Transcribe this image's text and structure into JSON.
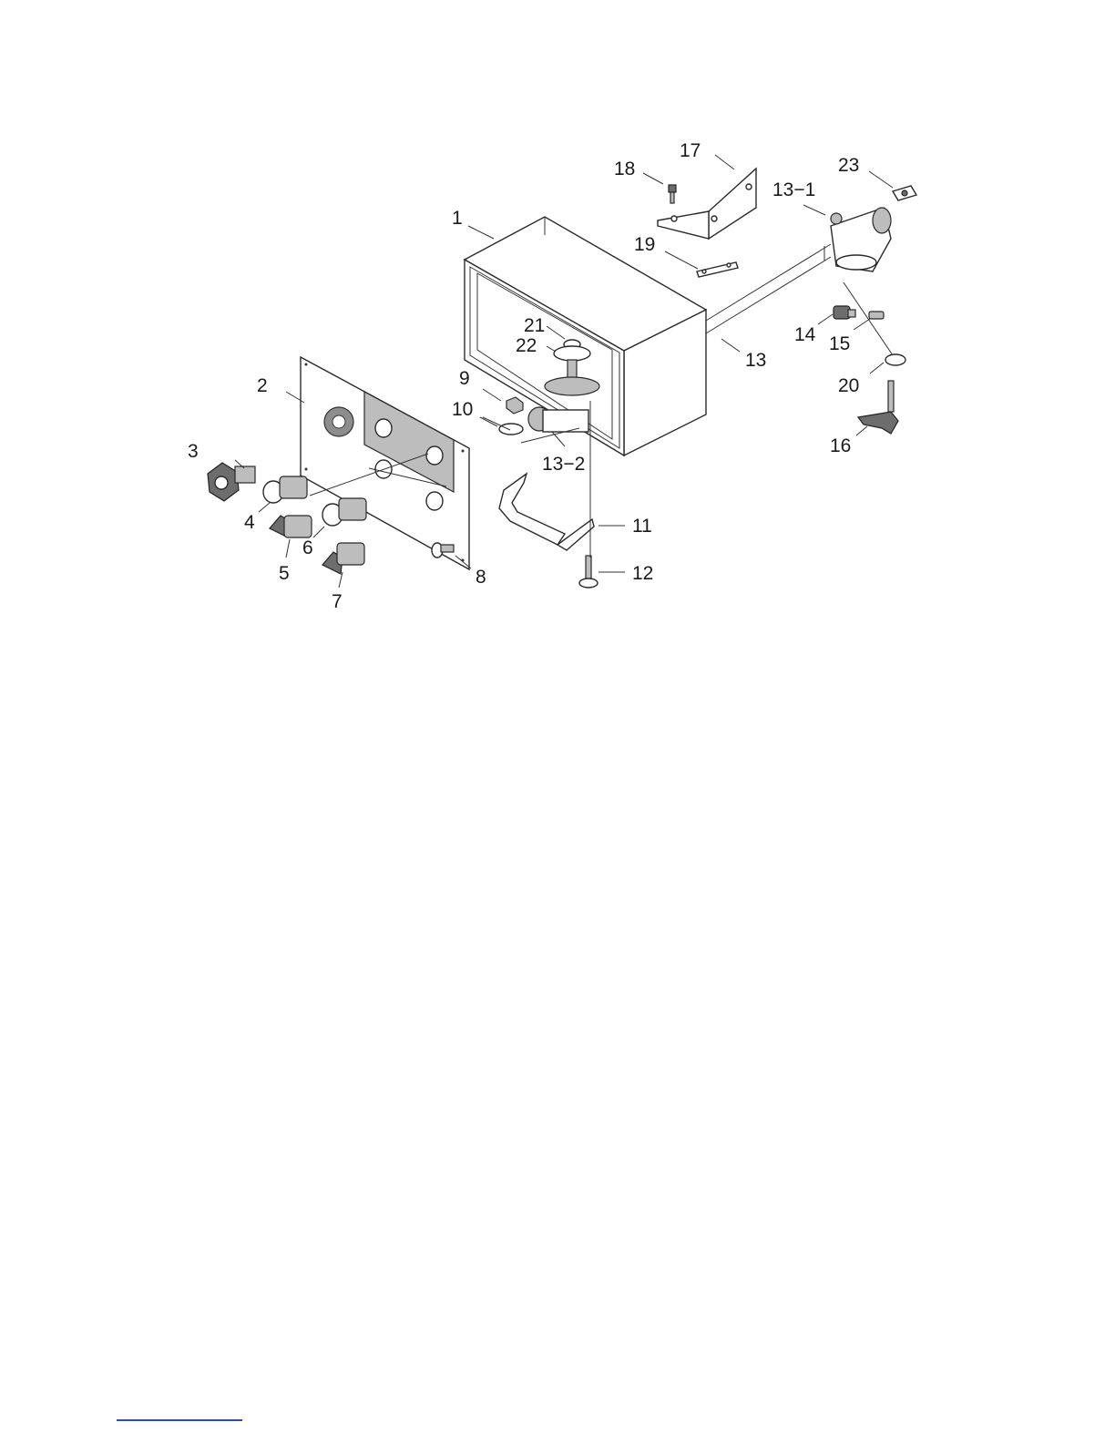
{
  "diagram": {
    "type": "exploded-parts-view",
    "callouts": [
      {
        "id": "1",
        "label": "1"
      },
      {
        "id": "2",
        "label": "2"
      },
      {
        "id": "3",
        "label": "3"
      },
      {
        "id": "4",
        "label": "4"
      },
      {
        "id": "5",
        "label": "5"
      },
      {
        "id": "6",
        "label": "6"
      },
      {
        "id": "7",
        "label": "7"
      },
      {
        "id": "8",
        "label": "8"
      },
      {
        "id": "9",
        "label": "9"
      },
      {
        "id": "10",
        "label": "10"
      },
      {
        "id": "11",
        "label": "11"
      },
      {
        "id": "12",
        "label": "12"
      },
      {
        "id": "13",
        "label": "13"
      },
      {
        "id": "13-1",
        "label": "13−1"
      },
      {
        "id": "13-2",
        "label": "13−2"
      },
      {
        "id": "14",
        "label": "14"
      },
      {
        "id": "15",
        "label": "15"
      },
      {
        "id": "16",
        "label": "16"
      },
      {
        "id": "17",
        "label": "17"
      },
      {
        "id": "18",
        "label": "18"
      },
      {
        "id": "19",
        "label": "19"
      },
      {
        "id": "20",
        "label": "20"
      },
      {
        "id": "21",
        "label": "21"
      },
      {
        "id": "22",
        "label": "22"
      },
      {
        "id": "23",
        "label": "23"
      }
    ]
  }
}
